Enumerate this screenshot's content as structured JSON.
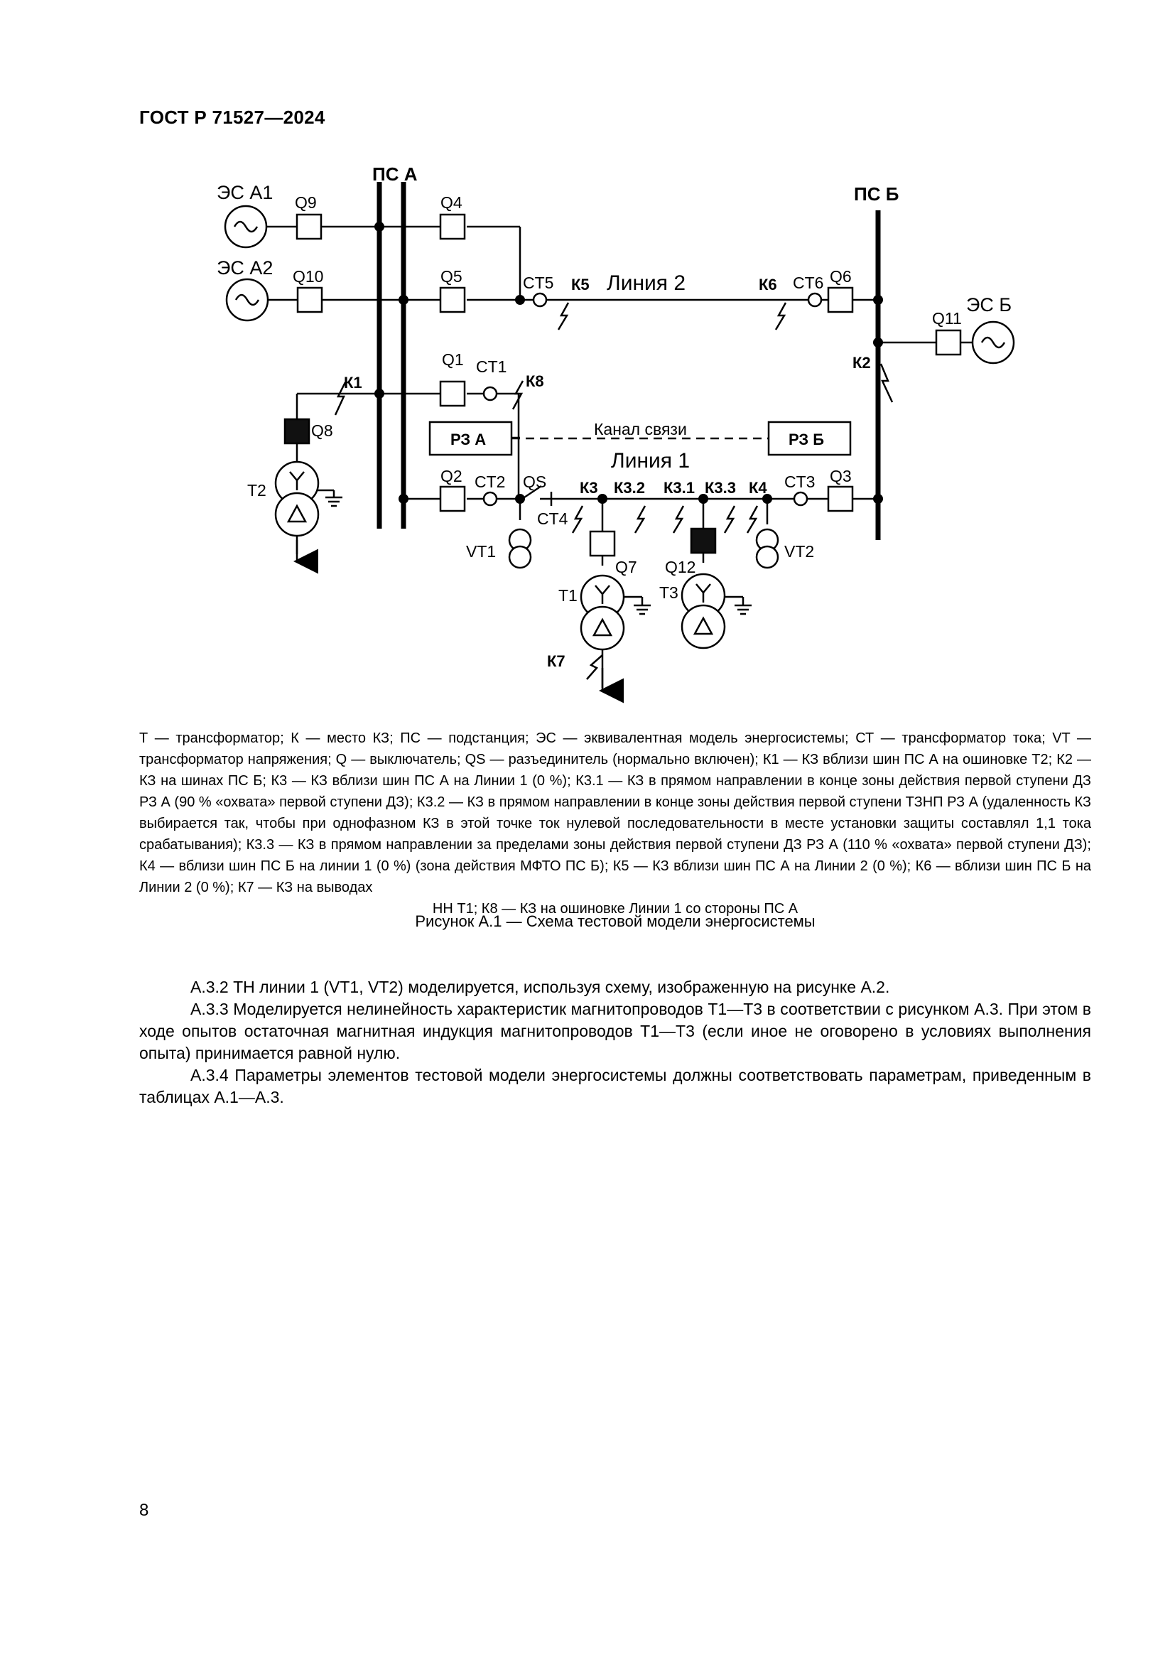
{
  "header": {
    "doc_id": "ГОСТ Р 71527—2024"
  },
  "diagram": {
    "labels": {
      "es_a1": "ЭС А1",
      "es_a2": "ЭС А2",
      "es_b": "ЭС Б",
      "ps_a": "ПС А",
      "ps_b": "ПС Б",
      "q1": "Q1",
      "q2": "Q2",
      "q3": "Q3",
      "q4": "Q4",
      "q5": "Q5",
      "q6": "Q6",
      "q7": "Q7",
      "q8": "Q8",
      "q9": "Q9",
      "q10": "Q10",
      "q11": "Q11",
      "q12": "Q12",
      "qs": "QS",
      "ct1": "CT1",
      "ct2": "CT2",
      "ct3": "CT3",
      "ct4": "CT4",
      "ct5": "CT5",
      "ct6": "CT6",
      "k1": "К1",
      "k2": "К2",
      "k3": "К3",
      "k3_1": "К3.1",
      "k3_2": "К3.2",
      "k3_3": "К3.3",
      "k4": "К4",
      "k5": "К5",
      "k6": "К6",
      "k7": "К7",
      "k8": "К8",
      "line1": "Линия 1",
      "line2": "Линия 2",
      "rz_a": "РЗ А",
      "rz_b": "РЗ Б",
      "channel": "Канал связи",
      "t1": "T1",
      "t2": "T2",
      "t3": "T3",
      "vt1": "VT1",
      "vt2": "VT2"
    }
  },
  "legend": {
    "text": "Т — трансформатор; К — место КЗ; ПС — подстанция; ЭС — эквивалентная модель энергосистемы; СТ — трансформатор тока; VT — трансформатор напряжения; Q — выключатель; QS — разъединитель (нормально включен); К1 — КЗ вблизи шин ПС А на ошиновке Т2; К2 — КЗ на шинах ПС Б; К3 — КЗ вблизи шин ПС А на Линии 1 (0 %); К3.1 — КЗ в прямом направлении в конце зоны действия первой ступени ДЗ РЗ А (90 % «охвата» первой ступени ДЗ); К3.2 — КЗ в прямом направлении в конце зоны действия первой ступени ТЗНП РЗ А (удаленность КЗ выбирается так, чтобы при однофазном КЗ в этой точке ток нулевой последовательности в месте установки защиты составлял 1,1 тока срабатывания); К3.3 — КЗ в прямом направлении за пределами зоны действия первой ступени ДЗ РЗ А (110 % «охвата» первой ступени ДЗ); К4 — вблизи шин ПС Б на линии 1 (0 %) (зона действия МФТО ПС Б); К5 — КЗ вблизи шин ПС А на Линии 2 (0 %); К6 — вблизи шин ПС Б на Линии 2 (0 %); К7 — КЗ на выводах",
    "last": "НН Т1; К8 — КЗ на ошиновке Линии 1 со стороны ПС А"
  },
  "figure_title": "Рисунок А.1 — Схема тестовой модели энергосистемы",
  "paragraphs": [
    "А.3.2 ТН линии 1 (VT1, VT2) моделируется, используя схему, изображенную на рисунке А.2.",
    "А.3.3 Моделируется нелинейность характеристик магнитопроводов Т1—Т3 в соответствии с рисунком А.3. При этом в ходе опытов остаточная магнитная индукция магнитопроводов Т1—Т3 (если иное не оговорено в условиях выполнения опыта) принимается равной нулю.",
    "А.3.4 Параметры элементов тестовой модели энергосистемы должны соответствовать параметрам, приведенным в таблицах А.1—А.3."
  ],
  "page_number": "8"
}
